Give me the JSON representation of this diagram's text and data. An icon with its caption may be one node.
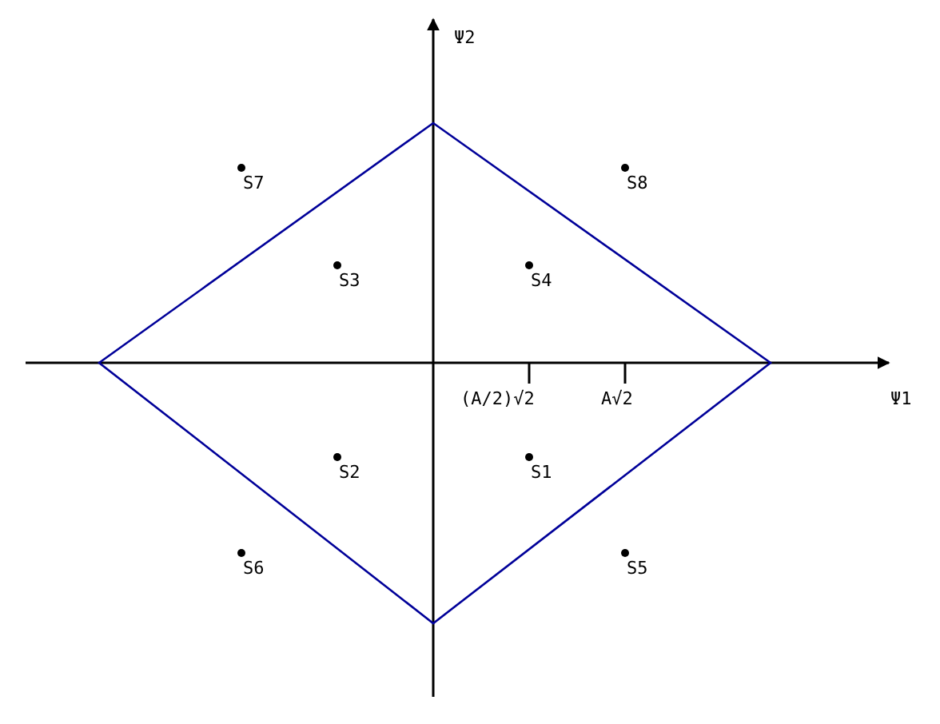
{
  "diagram": {
    "labels": [
      "Ψ2",
      "S7",
      "S8",
      "S3",
      "S4",
      "(A/2)√2",
      "A√2",
      "Ψ1",
      "S2",
      "S1",
      "S6",
      "S5"
    ]
  }
}
